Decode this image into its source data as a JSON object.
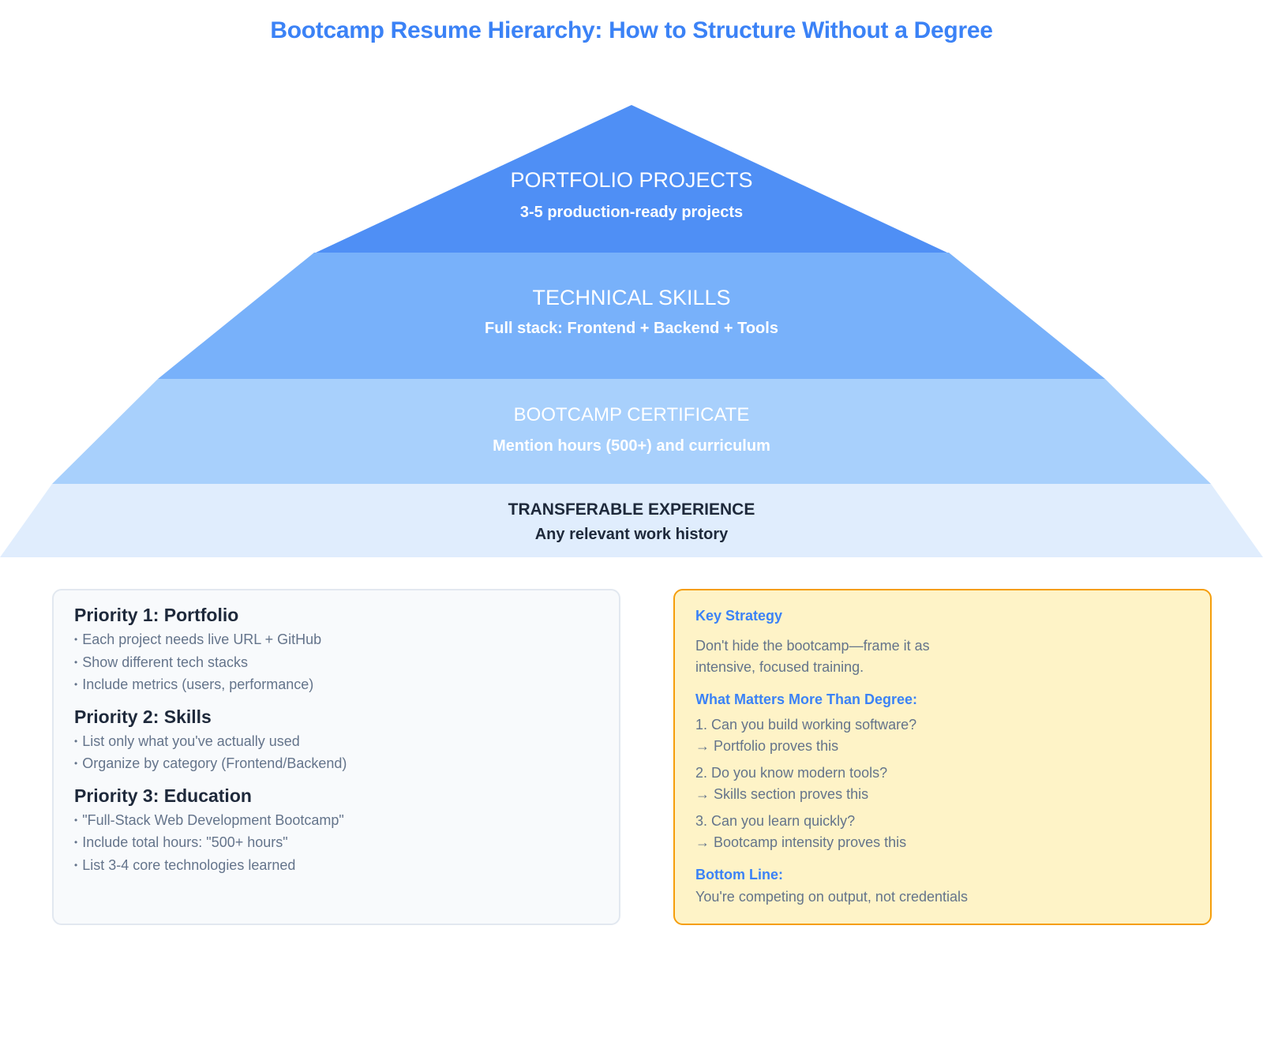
{
  "title": "Bootcamp Resume Hierarchy: How to Structure Without a Degree",
  "pyramid": {
    "layers": [
      {
        "title": "PORTFOLIO PROJECTS",
        "subtitle": "3-5 production-ready projects",
        "color": "#4f8ff5"
      },
      {
        "title": "TECHNICAL SKILLS",
        "subtitle": "Full stack: Frontend + Backend + Tools",
        "color": "#78b1fa"
      },
      {
        "title": "BOOTCAMP CERTIFICATE",
        "subtitle": "Mention hours (500+) and curriculum",
        "color": "#a8d0fc"
      },
      {
        "title": "TRANSFERABLE EXPERIENCE",
        "subtitle": "Any relevant work history",
        "color": "#e0edfd"
      }
    ]
  },
  "priorities": [
    {
      "heading": "Priority 1: Portfolio",
      "items": [
        "Each project needs live URL + GitHub",
        "Show different tech stacks",
        "Include metrics (users, performance)"
      ]
    },
    {
      "heading": "Priority 2: Skills",
      "items": [
        "List only what you've actually used",
        "Organize by category (Frontend/Backend)"
      ]
    },
    {
      "heading": "Priority 3: Education",
      "items": [
        "\"Full-Stack Web Development Bootcamp\"",
        "Include total hours: \"500+ hours\"",
        "List 3-4 core technologies learned"
      ]
    }
  ],
  "strategy": {
    "heading": "Key Strategy",
    "intro_line1": "Don't hide the bootcamp—frame it as",
    "intro_line2": "intensive, focused training.",
    "matters_heading": "What Matters More Than Degree:",
    "points": [
      {
        "question": "1. Can you build working software?",
        "answer": "→ Portfolio proves this"
      },
      {
        "question": "2. Do you know modern tools?",
        "answer": "→ Skills section proves this"
      },
      {
        "question": "3. Can you learn quickly?",
        "answer": "→ Bootcamp intensity proves this"
      }
    ],
    "bottom_heading": "Bottom Line:",
    "bottom_text": "You're competing on output, not credentials"
  },
  "colors": {
    "accent": "#3b82f6",
    "strategy_border": "#f59e0b",
    "strategy_bg": "#fef3c7"
  }
}
